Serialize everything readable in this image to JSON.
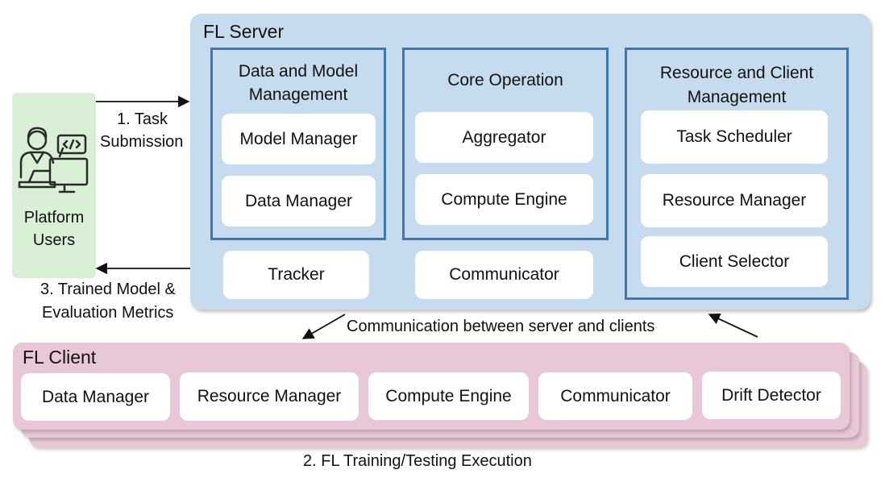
{
  "server": {
    "title": "FL Server",
    "groups": {
      "data_model": {
        "title_line1": "Data and Model",
        "title_line2": "Management",
        "items": [
          "Model Manager",
          "Data Manager"
        ]
      },
      "core": {
        "title": "Core Operation",
        "items": [
          "Aggregator",
          "Compute Engine"
        ]
      },
      "resource_client": {
        "title_line1": "Resource and Client",
        "title_line2": "Management",
        "items": [
          "Task Scheduler",
          "Resource Manager",
          "Client Selector"
        ]
      }
    },
    "standalone": {
      "tracker": "Tracker",
      "communicator": "Communicator"
    }
  },
  "users": {
    "line1": "Platform",
    "line2": "Users",
    "icon": "developer-at-computer-icon"
  },
  "arrows": {
    "task_submission_line1": "1. Task",
    "task_submission_line2": "Submission",
    "trained_model_line1": "3. Trained Model &",
    "trained_model_line2": "Evaluation Metrics",
    "communication": "Communication between server and clients",
    "fl_execution": "2. FL Training/Testing Execution"
  },
  "client": {
    "title": "FL Client",
    "items": [
      "Data Manager",
      "Resource Manager",
      "Compute Engine",
      "Communicator",
      "Drift Detector"
    ]
  },
  "colors": {
    "server_bg": "#c7dbee",
    "group_border": "#3a77b6",
    "client_bg": "#e8c8d6",
    "users_bg": "#d9f0d6"
  }
}
